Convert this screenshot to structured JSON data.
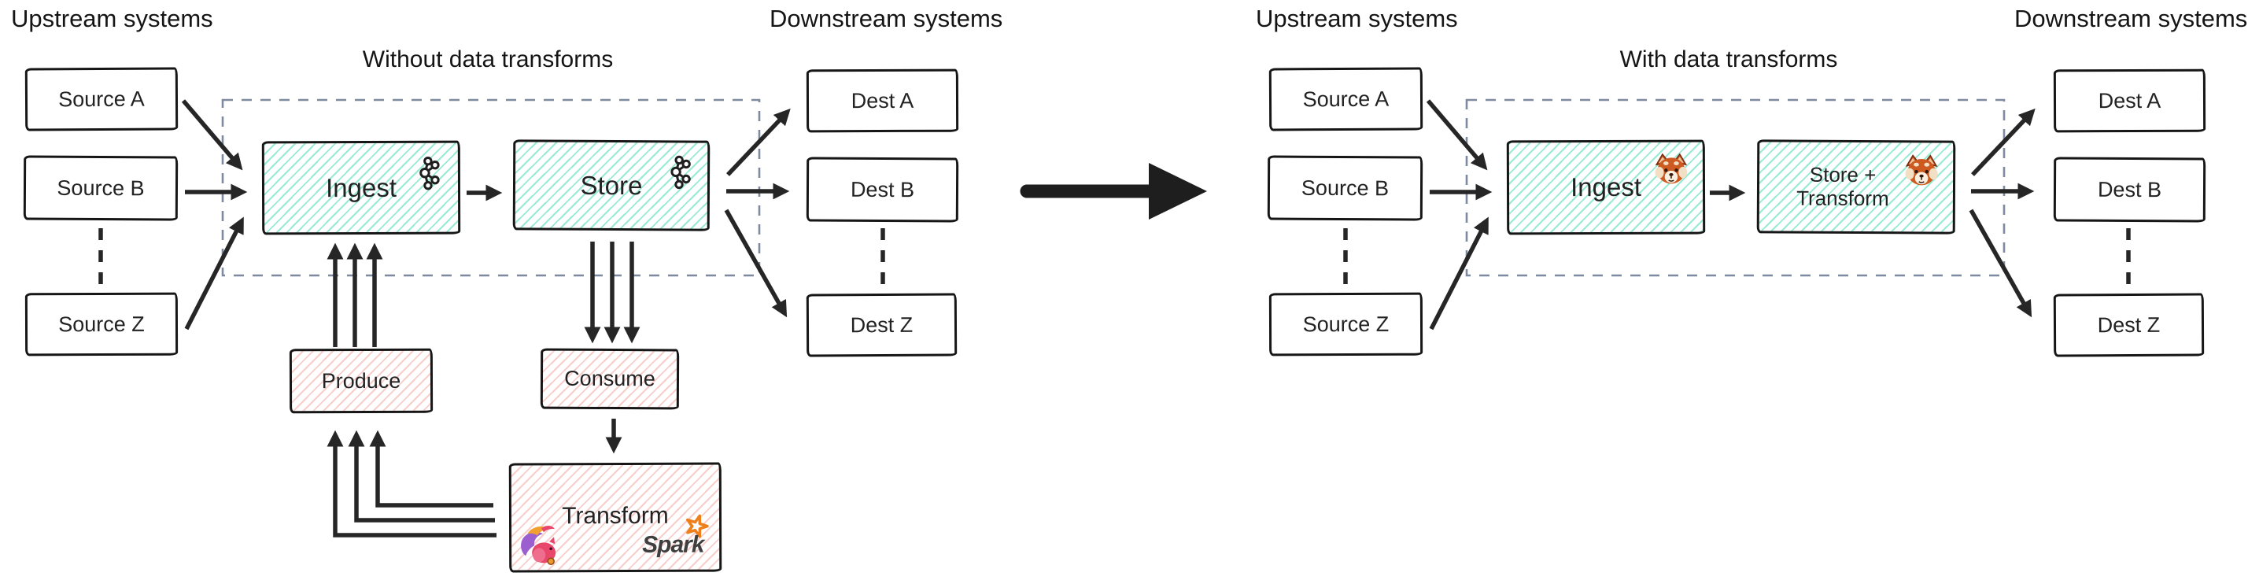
{
  "left": {
    "upstream_label": "Upstream systems",
    "downstream_label": "Downstream systems",
    "title": "Without data transforms",
    "sources": [
      {
        "label": "Source A"
      },
      {
        "label": "Source B"
      },
      {
        "label": "Source Z"
      }
    ],
    "dests": [
      {
        "label": "Dest A"
      },
      {
        "label": "Dest B"
      },
      {
        "label": "Dest Z"
      }
    ],
    "ingest_label": "Ingest",
    "store_label": "Store",
    "ingest_icon": "kafka-icon",
    "store_icon": "kafka-icon",
    "produce_label": "Produce",
    "consume_label": "Consume",
    "transform_label": "Transform",
    "transform_icons": [
      "flink-squirrel-icon",
      "spark-logo"
    ],
    "spark_wordmark": "Spark"
  },
  "right": {
    "upstream_label": "Upstream systems",
    "downstream_label": "Downstream systems",
    "title": "With data transforms",
    "sources": [
      {
        "label": "Source A"
      },
      {
        "label": "Source B"
      },
      {
        "label": "Source Z"
      }
    ],
    "dests": [
      {
        "label": "Dest A"
      },
      {
        "label": "Dest B"
      },
      {
        "label": "Dest Z"
      }
    ],
    "ingest_label": "Ingest",
    "store_label_line1": "Store +",
    "store_label_line2": "Transform",
    "ingest_icon": "redpanda-icon",
    "store_icon": "redpanda-icon"
  },
  "colors": {
    "teal_hatch": "#5fe0ba",
    "pink_hatch": "#f0908a",
    "box_border": "#161616",
    "dashed_boundary": "#7d8aa0",
    "arrow": "#262626",
    "text": "#1c1c1c",
    "spark_orange": "#ef7f1a",
    "flink_pink": "#e8476b",
    "flink_purple": "#9b5fd0",
    "redpanda_orange": "#cd5a21"
  }
}
